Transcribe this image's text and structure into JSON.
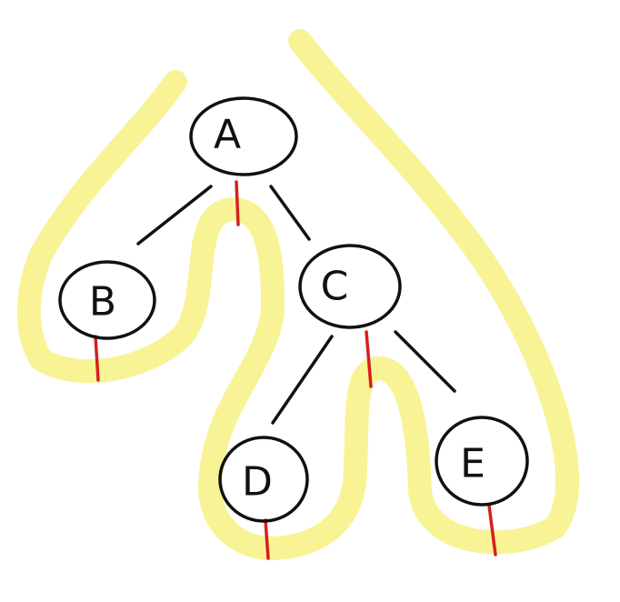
{
  "colors": {
    "highlight": "#f7f28a",
    "ink": "#111111",
    "marker": "#d61f1f",
    "background": "#ffffff"
  },
  "nodes": [
    {
      "id": "A",
      "label": "A"
    },
    {
      "id": "B",
      "label": "B"
    },
    {
      "id": "C",
      "label": "C"
    },
    {
      "id": "D",
      "label": "D"
    },
    {
      "id": "E",
      "label": "E"
    }
  ],
  "edges": [
    {
      "from": "A",
      "to": "B"
    },
    {
      "from": "A",
      "to": "C"
    },
    {
      "from": "C",
      "to": "D"
    },
    {
      "from": "C",
      "to": "E"
    }
  ]
}
